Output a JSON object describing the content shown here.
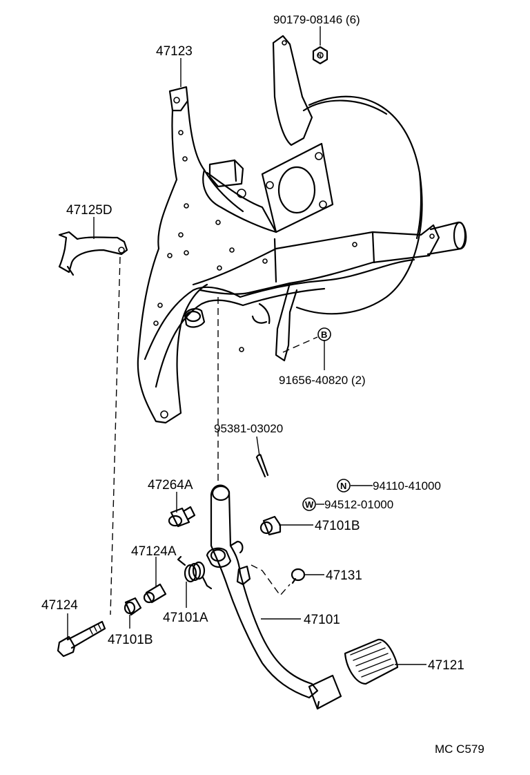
{
  "callouts": {
    "p90179": "90179-08146 (6)",
    "p47123": "47123",
    "p47125D": "47125D",
    "pB": "B",
    "p91656": "91656-40820 (2)",
    "p95381": "95381-03020",
    "pN": "N",
    "p94110": "94110-41000",
    "pW": "W",
    "p94512": "94512-01000",
    "p47264A": "47264A",
    "p47101B_top": "47101B",
    "p47124A": "47124A",
    "p47131": "47131",
    "p47124": "47124",
    "p47101A": "47101A",
    "p47101": "47101",
    "p47101B_bot": "47101B",
    "p47121": "47121"
  },
  "footer": {
    "code": "MC  C579"
  }
}
